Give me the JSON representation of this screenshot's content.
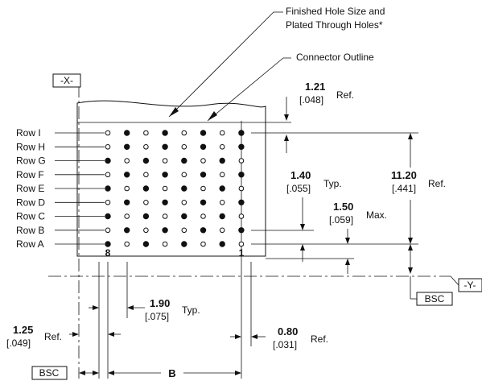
{
  "callouts": {
    "finished_hole_1": "Finished Hole Size and",
    "finished_hole_2": "Plated Through Holes*",
    "connector_outline": "Connector Outline"
  },
  "datums": {
    "x": "-X-",
    "y": "-Y-",
    "bsc_right": "BSC",
    "bsc_left": "BSC"
  },
  "rows": [
    "Row I",
    "Row H",
    "Row G",
    "Row F",
    "Row E",
    "Row D",
    "Row C",
    "Row B",
    "Row A"
  ],
  "column_labels": {
    "left": "8",
    "right": "1"
  },
  "dimensions": {
    "d121": {
      "mm": "1.21",
      "in": "[.048]",
      "note": "Ref."
    },
    "d140": {
      "mm": "1.40",
      "in": "[.055]",
      "note": "Typ."
    },
    "d1120": {
      "mm": "11.20",
      "in": "[.441]",
      "note": "Ref."
    },
    "d150": {
      "mm": "1.50",
      "in": "[.059]",
      "note": "Max."
    },
    "d190": {
      "mm": "1.90",
      "in": "[.075]",
      "note": "Typ."
    },
    "d125": {
      "mm": "1.25",
      "in": "[.049]",
      "note": "Ref."
    },
    "d080": {
      "mm": "0.80",
      "in": "[.031]",
      "note": "Ref."
    },
    "b": "B"
  },
  "hole_pattern": [
    [
      0,
      1,
      0,
      1,
      0,
      1,
      0,
      1
    ],
    [
      0,
      1,
      0,
      1,
      0,
      1,
      0,
      1
    ],
    [
      1,
      0,
      1,
      0,
      1,
      0,
      1,
      0
    ],
    [
      0,
      1,
      0,
      1,
      0,
      1,
      0,
      1
    ],
    [
      1,
      0,
      1,
      0,
      1,
      0,
      1,
      0
    ],
    [
      0,
      1,
      0,
      1,
      0,
      1,
      0,
      1
    ],
    [
      1,
      0,
      1,
      0,
      1,
      0,
      1,
      0
    ],
    [
      0,
      1,
      0,
      1,
      0,
      1,
      0,
      1
    ],
    [
      1,
      0,
      1,
      0,
      1,
      0,
      1,
      0
    ]
  ]
}
